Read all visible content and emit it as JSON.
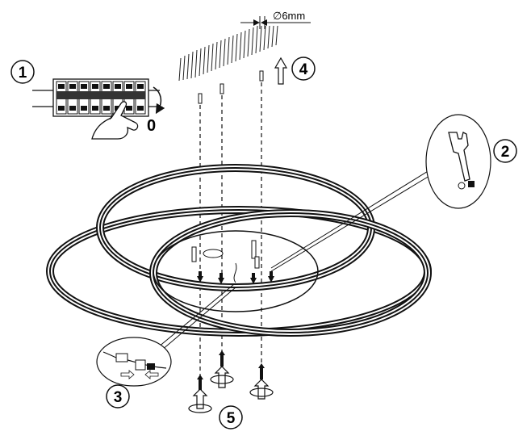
{
  "diagram": {
    "steps": {
      "step1": "1",
      "step2": "2",
      "step3": "3",
      "step4": "4",
      "step5": "5"
    },
    "switch_off_label": "0",
    "drill_diameter_label": "∅6mm"
  }
}
